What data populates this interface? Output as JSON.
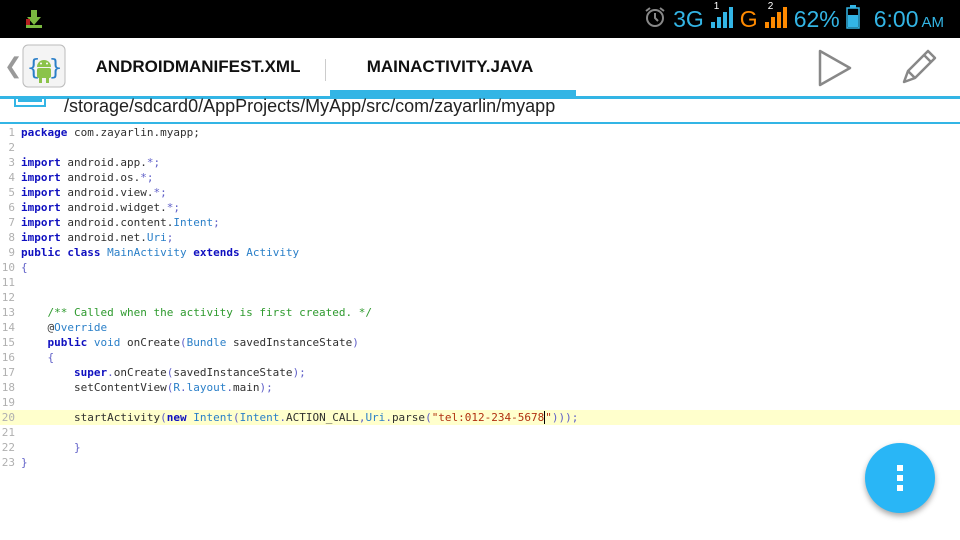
{
  "status_bar": {
    "network_3g": "3G",
    "sim1_index": "1",
    "network_g": "G",
    "sim2_index": "2",
    "battery": "62%",
    "time": "6:00",
    "ampm": "AM",
    "icons": [
      "download-icon",
      "alarm-icon",
      "signal-icon",
      "signal-icon",
      "battery-icon"
    ]
  },
  "action_bar": {
    "tabs": [
      {
        "label": "ANDROIDMANIFEST.XML",
        "selected": false
      },
      {
        "label": "MAINACTIVITY.JAVA",
        "selected": true
      }
    ],
    "actions": [
      "run-icon",
      "edit-icon"
    ],
    "accent": "#33b5e5"
  },
  "path_bar": {
    "path": "/storage/sdcard0/AppProjects/MyApp/src/com/zayarlin/myapp"
  },
  "editor": {
    "current_line": 20,
    "lines": [
      {
        "n": "1",
        "tokens": [
          [
            "kw",
            "package"
          ],
          [
            "pl",
            " com.zayarlin.myapp;"
          ]
        ]
      },
      {
        "n": "2",
        "tokens": []
      },
      {
        "n": "3",
        "tokens": [
          [
            "kw",
            "import"
          ],
          [
            "pl",
            " android.app."
          ],
          [
            "pn",
            "*;"
          ]
        ]
      },
      {
        "n": "4",
        "tokens": [
          [
            "kw",
            "import"
          ],
          [
            "pl",
            " android.os."
          ],
          [
            "pn",
            "*;"
          ]
        ]
      },
      {
        "n": "5",
        "tokens": [
          [
            "kw",
            "import"
          ],
          [
            "pl",
            " android.view."
          ],
          [
            "pn",
            "*;"
          ]
        ]
      },
      {
        "n": "6",
        "tokens": [
          [
            "kw",
            "import"
          ],
          [
            "pl",
            " android.widget."
          ],
          [
            "pn",
            "*;"
          ]
        ]
      },
      {
        "n": "7",
        "tokens": [
          [
            "kw",
            "import"
          ],
          [
            "pl",
            " android.content."
          ],
          [
            "cls",
            "Intent"
          ],
          [
            "pn",
            ";"
          ]
        ]
      },
      {
        "n": "8",
        "tokens": [
          [
            "kw",
            "import"
          ],
          [
            "pl",
            " android.net."
          ],
          [
            "cls",
            "Uri"
          ],
          [
            "pn",
            ";"
          ]
        ]
      },
      {
        "n": "9",
        "tokens": [
          [
            "kw",
            "public class"
          ],
          [
            "pl",
            " "
          ],
          [
            "cls",
            "MainActivity"
          ],
          [
            "pl",
            " "
          ],
          [
            "kw",
            "extends"
          ],
          [
            "pl",
            " "
          ],
          [
            "cls",
            "Activity"
          ]
        ]
      },
      {
        "n": "10",
        "tokens": [
          [
            "pn",
            "{"
          ]
        ]
      },
      {
        "n": "11",
        "tokens": []
      },
      {
        "n": "12",
        "tokens": []
      },
      {
        "n": "13",
        "tokens": [
          [
            "pl",
            "    "
          ],
          [
            "cm",
            "/** Called when the activity is first created. */"
          ]
        ]
      },
      {
        "n": "14",
        "tokens": [
          [
            "pl",
            "    @"
          ],
          [
            "cls",
            "Override"
          ]
        ]
      },
      {
        "n": "15",
        "tokens": [
          [
            "pl",
            "    "
          ],
          [
            "kw",
            "public"
          ],
          [
            "pl",
            " "
          ],
          [
            "cls",
            "void"
          ],
          [
            "pl",
            " onCreate"
          ],
          [
            "pn",
            "("
          ],
          [
            "cls",
            "Bundle"
          ],
          [
            "pl",
            " savedInstanceState"
          ],
          [
            "pn",
            ")"
          ]
        ]
      },
      {
        "n": "16",
        "tokens": [
          [
            "pl",
            "    "
          ],
          [
            "pn",
            "{"
          ]
        ]
      },
      {
        "n": "17",
        "tokens": [
          [
            "pl",
            "        "
          ],
          [
            "kw",
            "super"
          ],
          [
            "pn",
            "."
          ],
          [
            "pl",
            "onCreate"
          ],
          [
            "pn",
            "("
          ],
          [
            "pl",
            "savedInstanceState"
          ],
          [
            "pn",
            ");"
          ]
        ]
      },
      {
        "n": "18",
        "tokens": [
          [
            "pl",
            "        setContentView"
          ],
          [
            "pn",
            "("
          ],
          [
            "cls",
            "R"
          ],
          [
            "pn",
            "."
          ],
          [
            "cls",
            "layout"
          ],
          [
            "pn",
            "."
          ],
          [
            "pl",
            "main"
          ],
          [
            "pn",
            ");"
          ]
        ]
      },
      {
        "n": "19",
        "tokens": []
      },
      {
        "n": "20",
        "tokens": [
          [
            "pl",
            "        startActivity"
          ],
          [
            "pn",
            "("
          ],
          [
            "kw",
            "new"
          ],
          [
            "pl",
            " "
          ],
          [
            "cls",
            "Intent"
          ],
          [
            "pn",
            "("
          ],
          [
            "cls",
            "Intent"
          ],
          [
            "pn",
            "."
          ],
          [
            "pl",
            "ACTION_CALL"
          ],
          [
            "pn",
            ","
          ],
          [
            "cls",
            "Uri"
          ],
          [
            "pn",
            "."
          ],
          [
            "pl",
            "parse"
          ],
          [
            "pn",
            "("
          ],
          [
            "str",
            "\"tel:012-234-5678"
          ],
          [
            "cursor",
            ""
          ],
          [
            "str",
            "\""
          ],
          [
            "pn",
            ")));"
          ]
        ]
      },
      {
        "n": "21",
        "tokens": []
      },
      {
        "n": "22",
        "tokens": [
          [
            "pl",
            "        "
          ],
          [
            "pn",
            "}"
          ]
        ]
      },
      {
        "n": "23",
        "tokens": [
          [
            "pn",
            "}"
          ]
        ]
      }
    ]
  },
  "fab": {
    "icon": "more-vert-icon",
    "color": "#29b6f6"
  }
}
